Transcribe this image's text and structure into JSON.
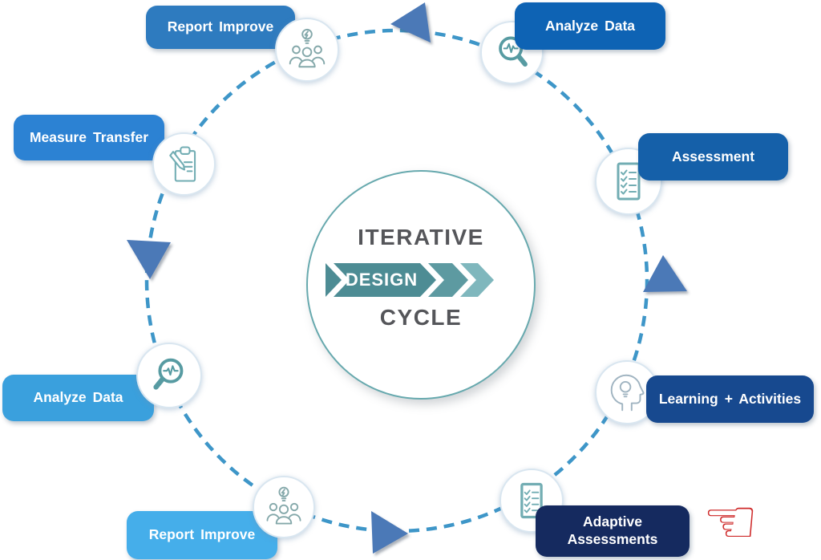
{
  "diagram": {
    "center": {
      "top_word": "ITERATIVE",
      "banner_word": "DESIGN",
      "bottom_word": "CYCLE",
      "banner_colors": {
        "segment1": "#4d8c94",
        "segment2": "#5d9aa1",
        "segment3": "#7fb7bd"
      }
    },
    "nodes": {
      "report_improve_top": {
        "label": "Report  Improve",
        "color": "#2e7bbf",
        "icon": "team-idea-icon"
      },
      "analyze_data_top": {
        "label": "Analyze Data",
        "color": "#0e63b4",
        "icon": "magnifier-waveform-icon"
      },
      "assessment": {
        "label": "Assessment",
        "color": "#1560a9",
        "icon": "checklist-icon"
      },
      "learning_activities": {
        "label": "Learning + Activities",
        "color": "#17498f",
        "icon": "head-lightbulb-icon"
      },
      "adaptive_assessments": {
        "label": "Adaptive Assessments",
        "color": "#152a5f",
        "icon": "checklist-icon"
      },
      "report_improve_bottom": {
        "label": "Report  Improve",
        "color": "#45aeea",
        "icon": "team-idea-icon"
      },
      "analyze_data_left": {
        "label": "Analyze Data",
        "color": "#3aa0dd",
        "icon": "magnifier-waveform-icon"
      },
      "measure_transfer": {
        "label": "Measure Transfer",
        "color": "#2c82d3",
        "icon": "clipboard-pencil-icon"
      }
    },
    "flow": {
      "direction": "counterclockwise",
      "dash_color": "#3e96c8",
      "arrow_color": "#4b79b7",
      "arrows": [
        "left-pointing-top",
        "down-pointing-left",
        "right-pointing-bottom",
        "up-pointing-right"
      ]
    },
    "pointer": {
      "glyph": "☜",
      "color": "#cf2b2b",
      "target": "adaptive_assessments"
    }
  }
}
